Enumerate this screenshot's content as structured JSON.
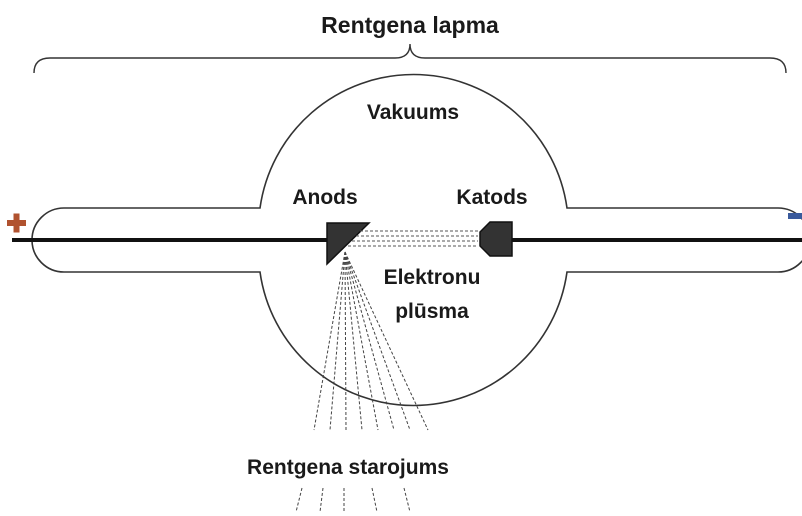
{
  "title": "Rentgena lapma",
  "labels": {
    "vacuum": "Vakuums",
    "anode": "Anods",
    "cathode": "Katods",
    "electron_flow_line1": "Elektronu",
    "electron_flow_line2": "plūsma",
    "xray": "Rentgena starojums"
  },
  "terminals": {
    "positive": {
      "symbol": "+",
      "color": "#b0522f"
    },
    "negative": {
      "symbol": "−",
      "color": "#3a5a9c"
    }
  }
}
